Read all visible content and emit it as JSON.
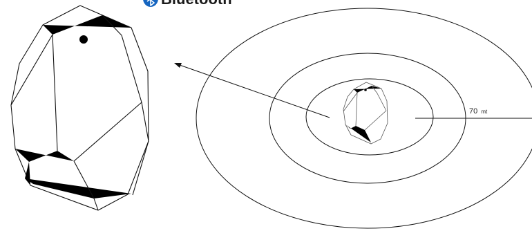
{
  "header": {
    "brand_label": "Bluetooth",
    "brand_color": "#1565c0",
    "brand_icon": "bluetooth-icon"
  },
  "range": {
    "value_label": "70",
    "unit_label": "mt"
  },
  "colors": {
    "line": "#111111",
    "background": "#ffffff"
  }
}
